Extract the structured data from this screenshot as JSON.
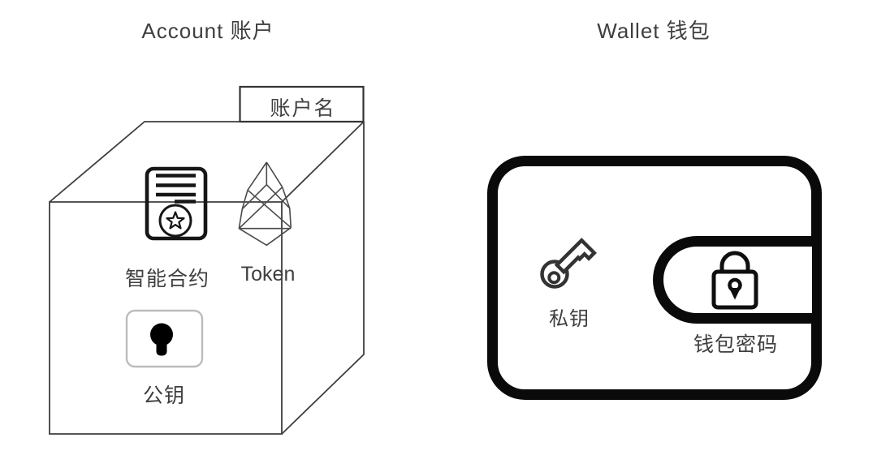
{
  "diagram": {
    "left": {
      "title": "Account 账户",
      "account_name_tab": "账户名",
      "smart_contract_label": "智能合约",
      "token_label": "Token",
      "public_key_label": "公钥"
    },
    "right": {
      "title": "Wallet 钱包",
      "private_key_label": "私钥",
      "wallet_password_label": "钱包密码"
    },
    "colors": {
      "background": "#ffffff",
      "thin_line": "#3e3e3e",
      "icon_stroke": "#161616",
      "wallet_border": "#0a0a0a",
      "text": "#3f3f3f",
      "public_key_box_border": "#bcbcbc"
    }
  }
}
